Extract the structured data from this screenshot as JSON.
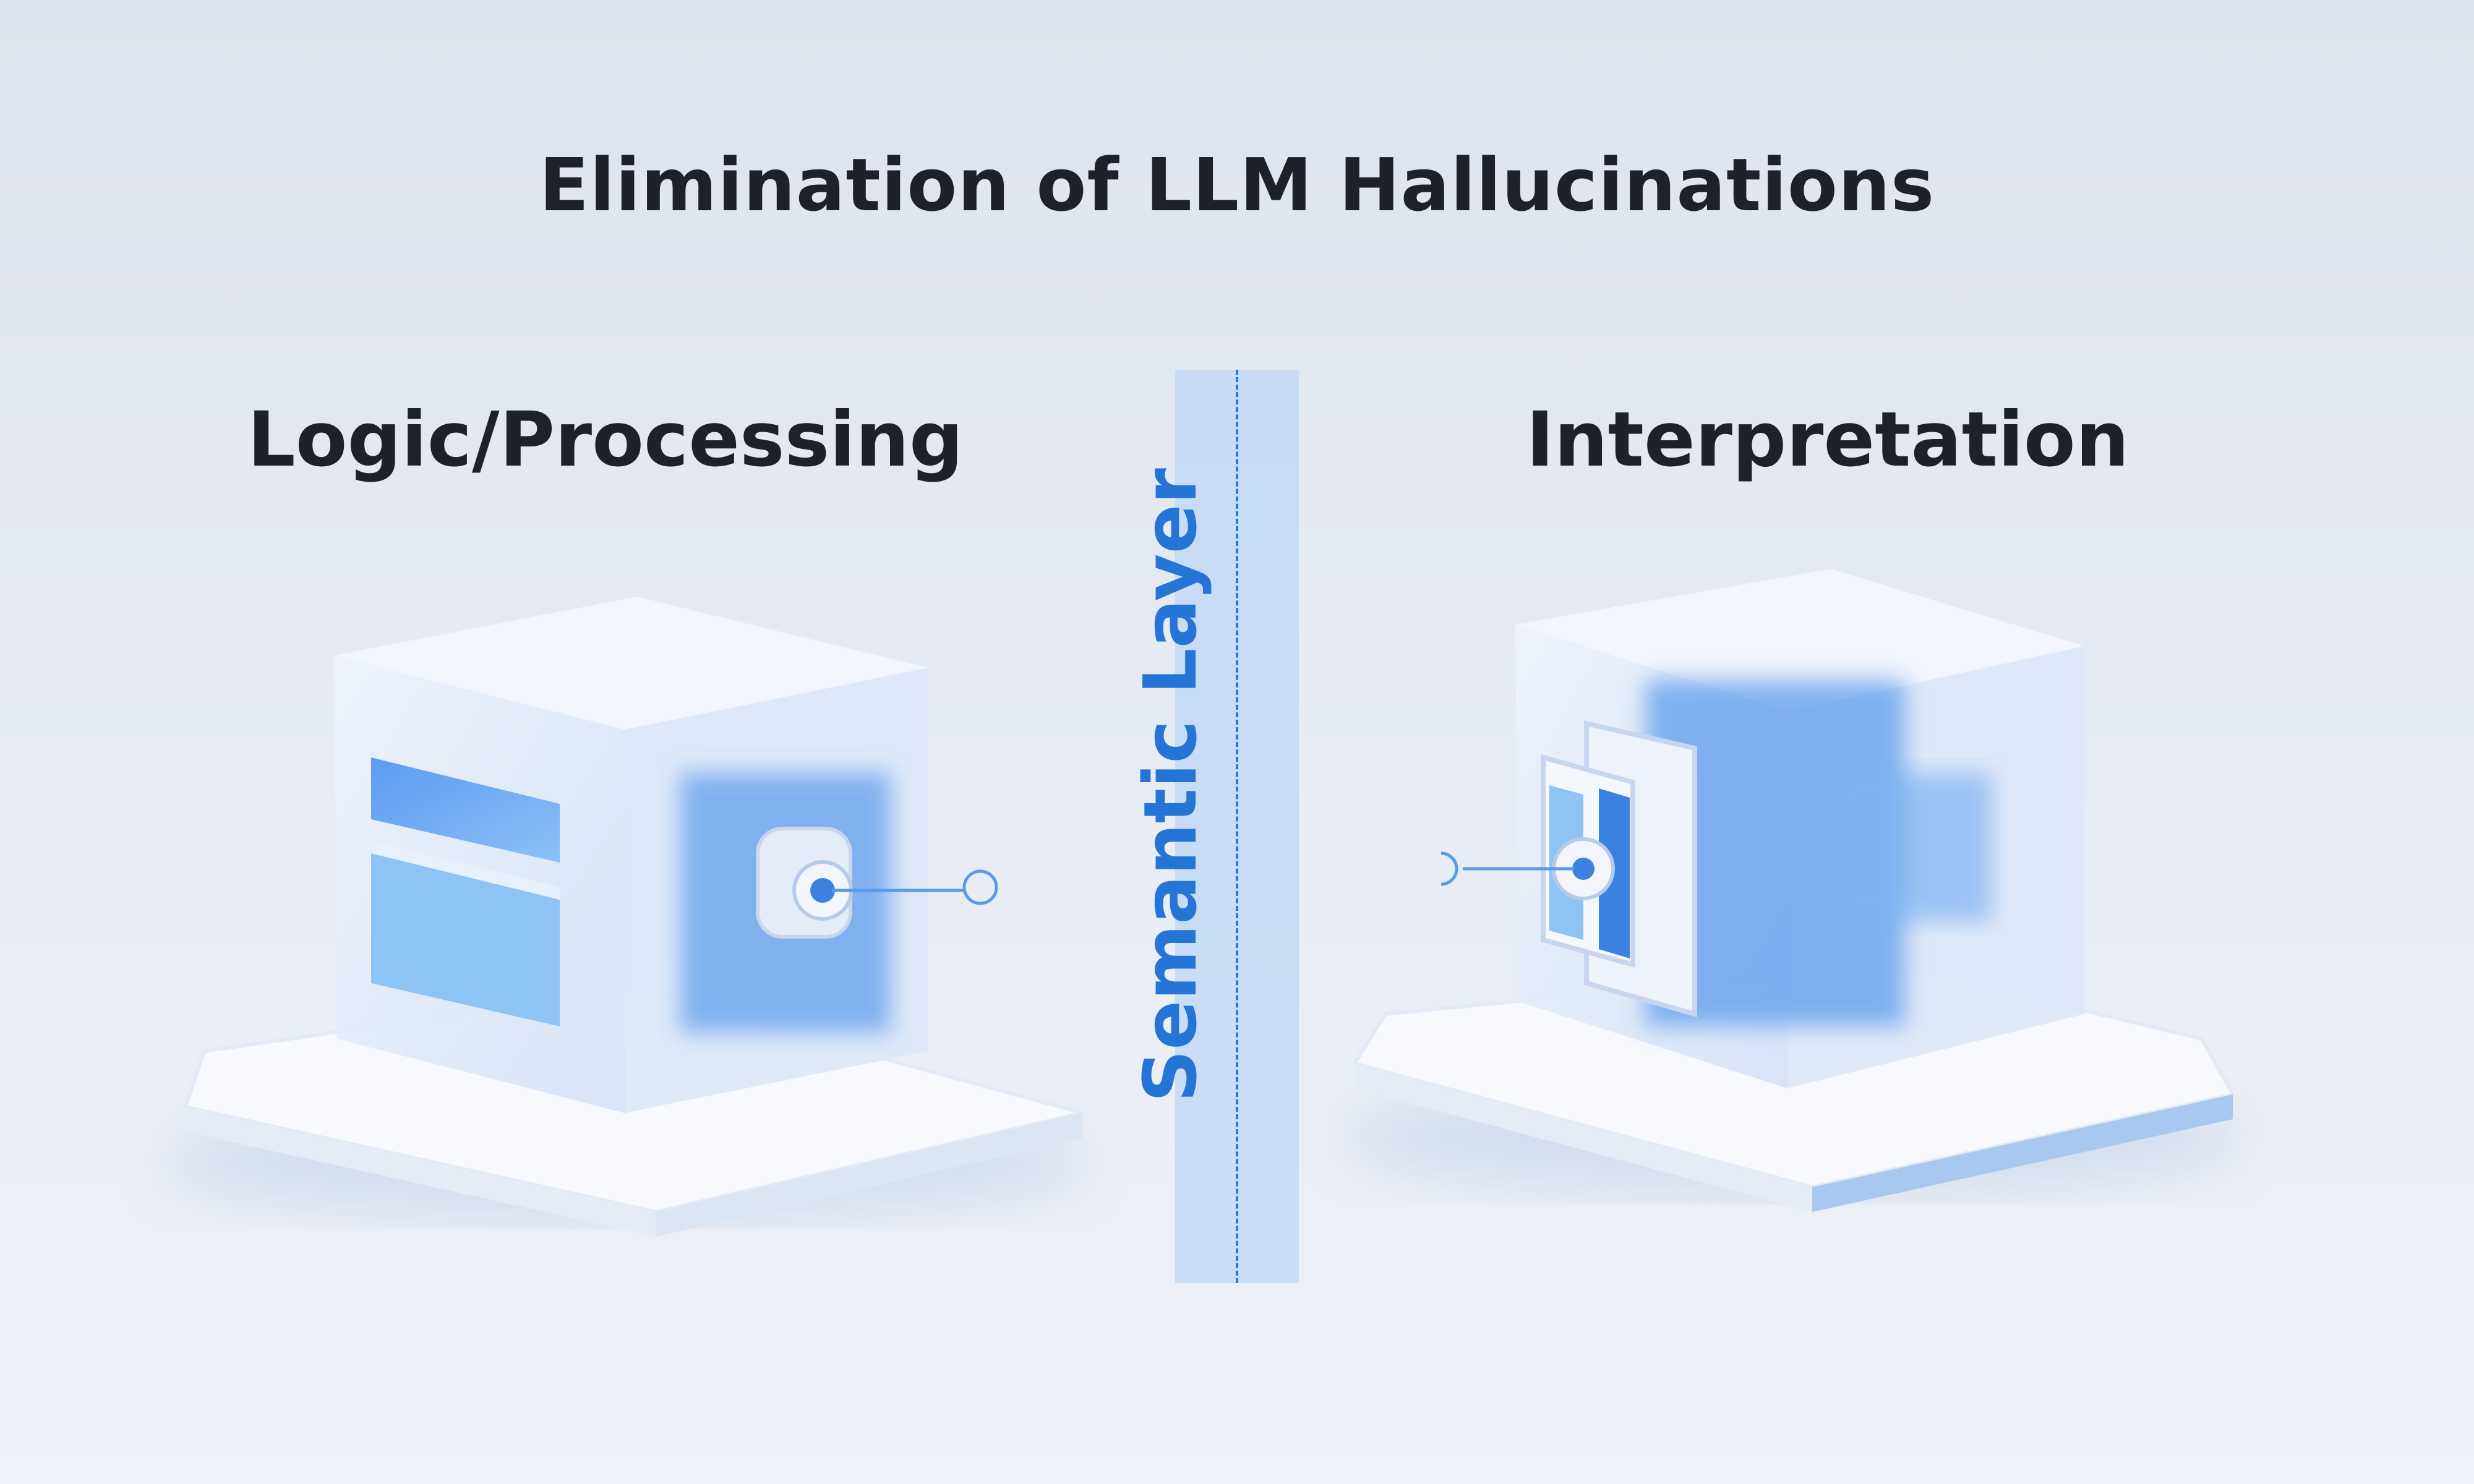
{
  "title": "Elimination of LLM Hallucinations",
  "left": {
    "heading": "Logic/Processing"
  },
  "right": {
    "heading": "Interpretation"
  },
  "divider": {
    "label": "Semantic Layer"
  },
  "colors": {
    "accent": "#2475d6",
    "band": "#cfe1f7",
    "text": "#1e2129"
  }
}
